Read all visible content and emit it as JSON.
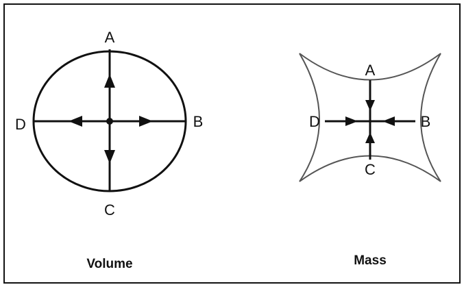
{
  "figure": {
    "volume": {
      "caption": "Volume",
      "labels": {
        "top": "A",
        "right": "B",
        "bottom": "C",
        "left": "D"
      }
    },
    "mass": {
      "caption": "Mass",
      "labels": {
        "top": "A",
        "right": "B",
        "bottom": "C",
        "left": "D"
      }
    },
    "colors": {
      "ink": "#111111",
      "mass_outline": "#555555",
      "border": "#111111",
      "background": "#ffffff"
    }
  }
}
